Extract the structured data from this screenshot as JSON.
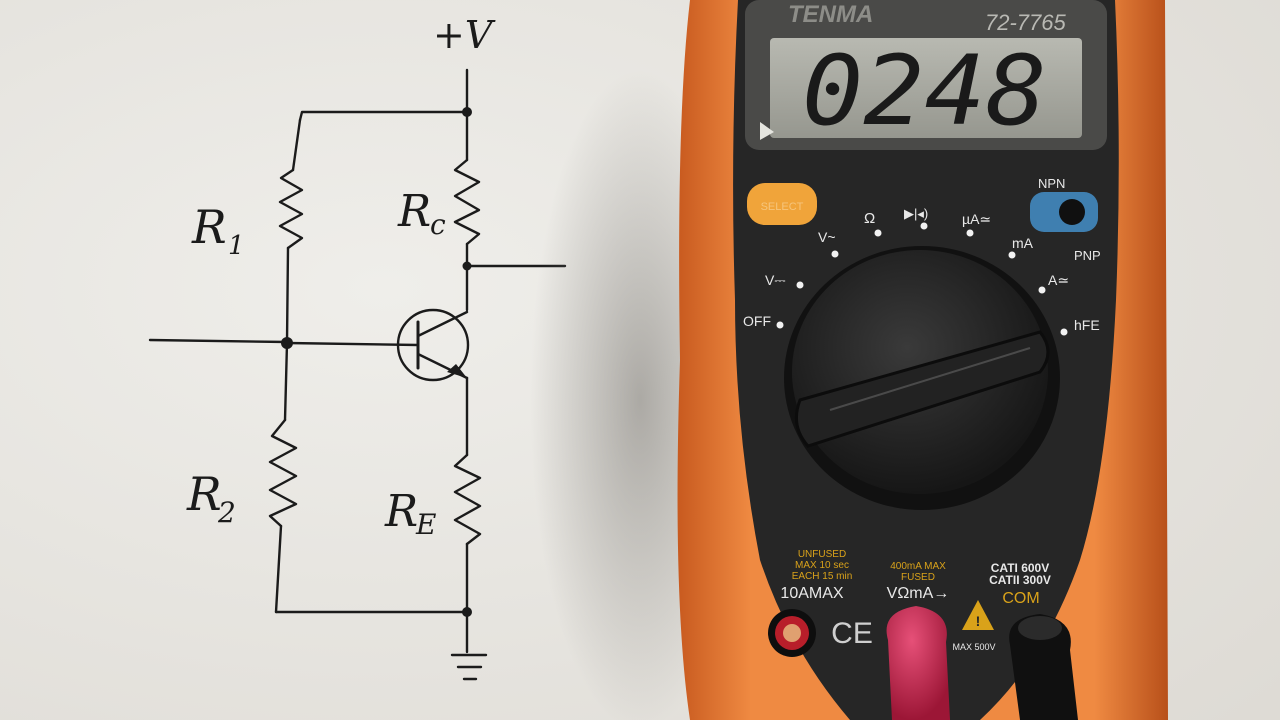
{
  "schematic": {
    "supply_label": "+V",
    "r1_label": "R",
    "r1_sub": "1",
    "r2_label": "R",
    "r2_sub": "2",
    "rc_label": "R",
    "rc_sub": "c",
    "re_label": "R",
    "re_sub": "E"
  },
  "meter": {
    "brand": "TENMA",
    "model": "72-7765",
    "display_value": "0248",
    "select_button": "SELECT",
    "dial_labels": {
      "off": "OFF",
      "v_dc": "V⎓",
      "v_ac": "V~",
      "ohm": "Ω",
      "diode": "▶|◂)",
      "ua": "µA≃",
      "ma": "mA",
      "a": "A≃",
      "hfe": "hFE"
    },
    "socket_switch": {
      "top": "NPN",
      "bottom": "PNP"
    },
    "jacks": {
      "tenA_warning": [
        "UNFUSED",
        "MAX 10 sec",
        "EACH 15 min"
      ],
      "tenA_label": "10AMAX",
      "vohm_warning": [
        "400mA MAX",
        "FUSED"
      ],
      "vohm_label": "VΩmA→",
      "cat": [
        "CATI 600V",
        "CATII 300V"
      ],
      "com_label": "COM",
      "max_label": "MAX 500V",
      "ce_mark": "CE"
    }
  },
  "colors": {
    "paper": "#e9e7e3",
    "ink": "#1b1b1b",
    "meter_orange": "#e8752e",
    "meter_body": "#262626",
    "lcd_bg": "#a9aaa2",
    "select_button": "#f0a43a",
    "red_probe": "#c8234a",
    "black_probe": "#111111"
  }
}
